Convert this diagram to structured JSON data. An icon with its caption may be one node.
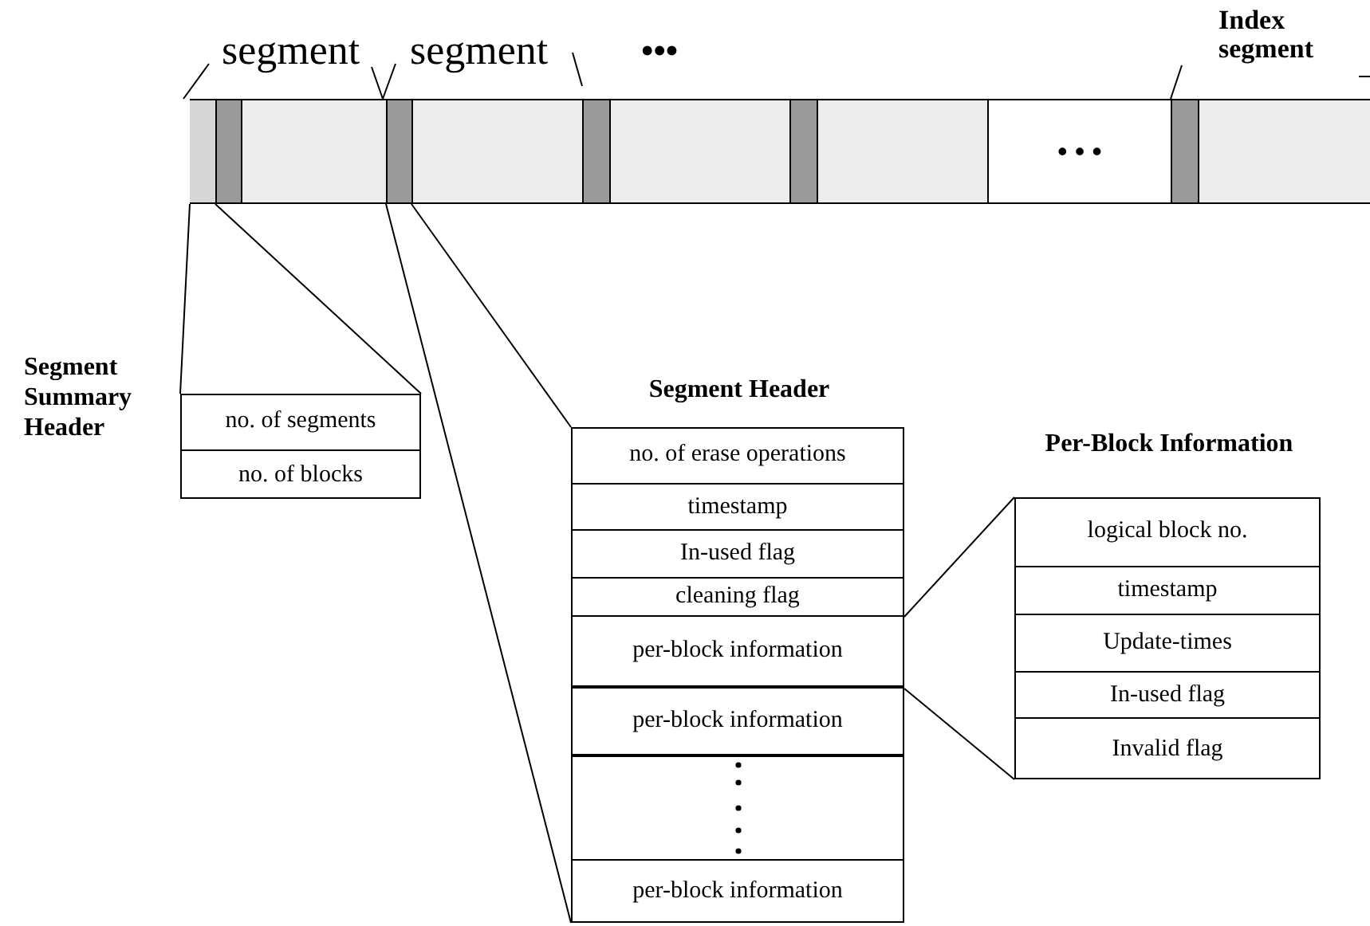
{
  "diagram": {
    "nodes": [
      {
        "text": [],
        "shape": "bar"
      },
      {
        "text": [],
        "shape": "box",
        "in": 0
      },
      {
        "text": [],
        "shape": "box",
        "in": 0
      },
      {
        "text": [],
        "shape": "box",
        "in": 0
      },
      {
        "text": [],
        "shape": "box",
        "in": 0
      },
      {
        "text": [],
        "shape": "box",
        "in": 0
      },
      {
        "text": [],
        "shape": "box",
        "in": 0
      },
      {
        "text": [],
        "shape": "box",
        "in": 0
      },
      {
        "text": [],
        "shape": "box",
        "in": 0
      },
      {
        "text": [],
        "shape": "box",
        "in": 0
      },
      {
        "text": [
          "• • •"
        ],
        "in": 0
      },
      {
        "text": [],
        "shape": "box",
        "in": 0
      },
      {
        "text": [],
        "shape": "box",
        "in": 0
      },
      {
        "text": [
          "Segment Summary Header"
        ]
      },
      {
        "text": [
          "no. of segments"
        ],
        "in": 13
      },
      {
        "text": [
          "no. of blocks"
        ],
        "in": 13
      },
      {
        "text": [
          "Segment Header"
        ]
      },
      {
        "text": [
          "no. of erase operations"
        ],
        "in": 16
      },
      {
        "text": [
          "timestamp"
        ],
        "in": 16
      },
      {
        "text": [
          "In-used flag"
        ],
        "in": 16
      },
      {
        "text": [
          "cleaning flag"
        ],
        "in": 16
      },
      {
        "text": [
          "per-block information"
        ],
        "in": 16
      },
      {
        "text": [
          "per-block information"
        ],
        "in": 16
      },
      {
        "text": [],
        "shape": "box",
        "in": 16
      },
      {
        "text": [
          "per-block information"
        ],
        "in": 16
      },
      {
        "text": [
          "Per-Block Information"
        ]
      },
      {
        "text": [
          "logical block no."
        ],
        "in": 25
      },
      {
        "text": [
          "timestamp"
        ],
        "in": 25
      },
      {
        "text": [
          "Update-times"
        ],
        "in": 25
      },
      {
        "text": [
          "In-used flag"
        ],
        "in": 25
      },
      {
        "text": [
          "Invalid flag"
        ],
        "in": 25
      }
    ],
    "edges": [
      {
        "from": 1,
        "to": 13,
        "arrow": "none"
      },
      {
        "from": 1,
        "to": 13,
        "arrow": "none"
      },
      {
        "from": 4,
        "to": 16,
        "arrow": "none"
      },
      {
        "from": 4,
        "to": 16,
        "arrow": "none"
      },
      {
        "from": 21,
        "to": 25,
        "arrow": "none"
      },
      {
        "from": 21,
        "to": 25,
        "arrow": "none"
      }
    ],
    "labels": [
      "segment",
      "segment",
      "•••",
      "Index segment"
    ]
  }
}
